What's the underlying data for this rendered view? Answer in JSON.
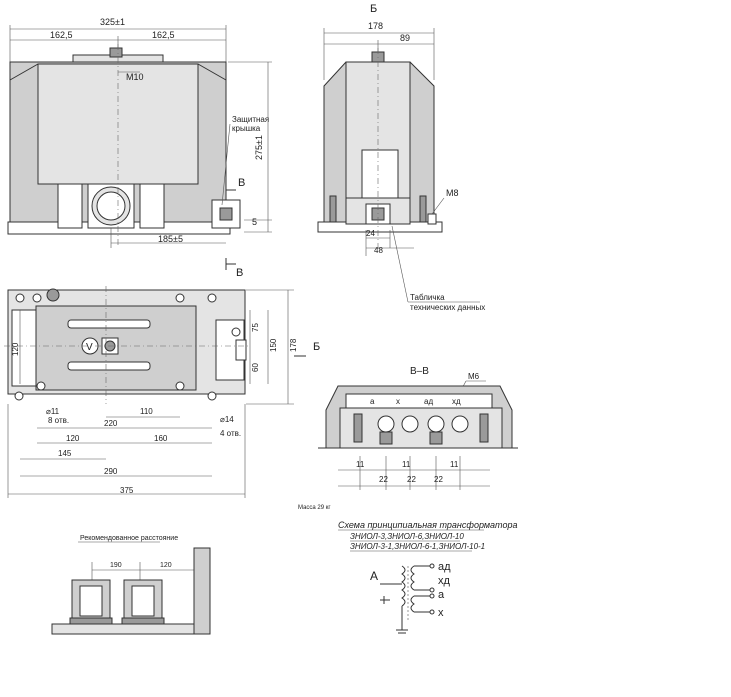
{
  "front_view": {
    "dim_overall": "325±1",
    "dim_left_half": "162,5",
    "dim_right_half": "162,5",
    "label_thread_top": "M10",
    "label_cover_1": "Защитная",
    "label_cover_2": "крышка",
    "dim_height": "275±1",
    "dim_five": "5",
    "dim_bottom": "185±5",
    "section_mark": "В"
  },
  "side_view": {
    "view_label": "Б",
    "dim_width": "178",
    "dim_half": "89",
    "label_thread": "M8",
    "dim_24": "24",
    "dim_48": "48",
    "label_plate_1": "Табличка",
    "label_plate_2": "технических данных"
  },
  "top_view": {
    "dim_120_v": "120",
    "dim_75": "75",
    "dim_60": "60",
    "dim_150": "150",
    "dim_178": "178",
    "view_arrow": "Б",
    "hole_11": "⌀11",
    "hole_11_count": "8 отв.",
    "dim_110": "110",
    "dim_220": "220",
    "dim_120": "120",
    "dim_160": "160",
    "hole_14": "⌀14",
    "hole_14_count": "4 отв.",
    "dim_145": "145",
    "dim_290": "290",
    "dim_375": "375",
    "mass": "Масса 29 кг"
  },
  "section_bb": {
    "title": "В–В",
    "thread": "M6",
    "terminals": [
      "a",
      "x",
      "aд",
      "xд"
    ],
    "dims_11": [
      "11",
      "11",
      "11"
    ],
    "dims_22": [
      "22",
      "22",
      "22"
    ]
  },
  "recommended": {
    "title": "Рекомендованное расстояние",
    "dim_190": "190",
    "dim_120": "120"
  },
  "schema": {
    "title": "Схема принципиальная трансформатора",
    "line1": "ЗНИОЛ-3,ЗНИОЛ-6,ЗНИОЛ-10",
    "line2": "ЗНИОЛ-3-1,ЗНИОЛ-6-1,ЗНИОЛ-10-1",
    "label_A": "А",
    "label_ad": "aд",
    "label_xd": "xд",
    "label_a": "a",
    "label_x": "x"
  }
}
